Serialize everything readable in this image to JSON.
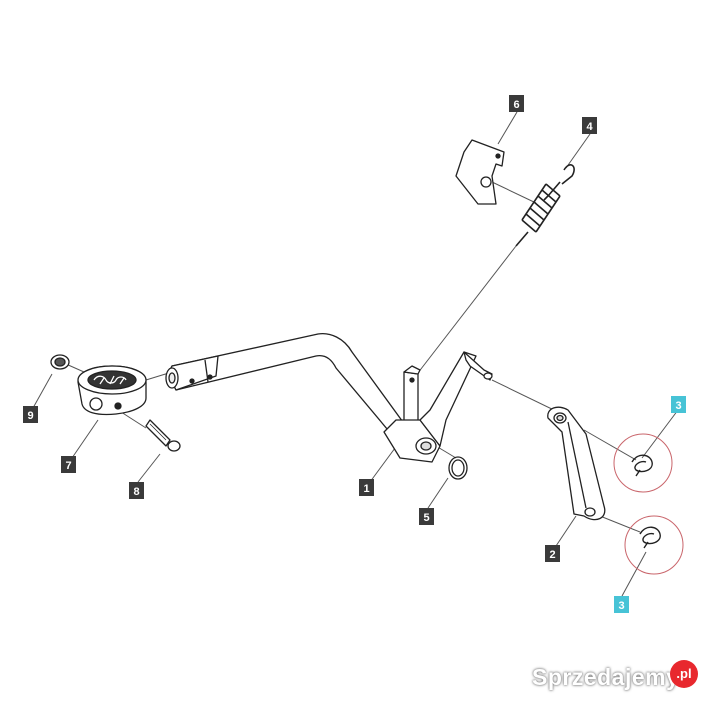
{
  "callouts": [
    {
      "id": "c1",
      "label": "1",
      "highlight": false
    },
    {
      "id": "c2",
      "label": "2",
      "highlight": false
    },
    {
      "id": "c3a",
      "label": "3",
      "highlight": true
    },
    {
      "id": "c3b",
      "label": "3",
      "highlight": true
    },
    {
      "id": "c4",
      "label": "4",
      "highlight": false
    },
    {
      "id": "c5",
      "label": "5",
      "highlight": false
    },
    {
      "id": "c6",
      "label": "6",
      "highlight": false
    },
    {
      "id": "c7",
      "label": "7",
      "highlight": false
    },
    {
      "id": "c8",
      "label": "8",
      "highlight": false
    },
    {
      "id": "c9",
      "label": "9",
      "highlight": false
    }
  ],
  "colors": {
    "callout_dark": "#3a3a3a",
    "callout_highlight": "#47c3d6",
    "circle_mark": "#c9656b",
    "line": "#555555"
  },
  "watermark": {
    "text": "Sprzedajemy",
    "suffix": ".pl"
  }
}
